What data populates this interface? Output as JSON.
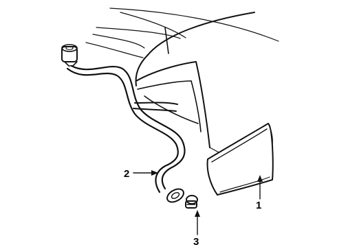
{
  "callouts": [
    {
      "label": "1"
    },
    {
      "label": "2"
    },
    {
      "label": "3"
    }
  ],
  "colors": {
    "ink": "#111111",
    "background": "#ffffff"
  }
}
